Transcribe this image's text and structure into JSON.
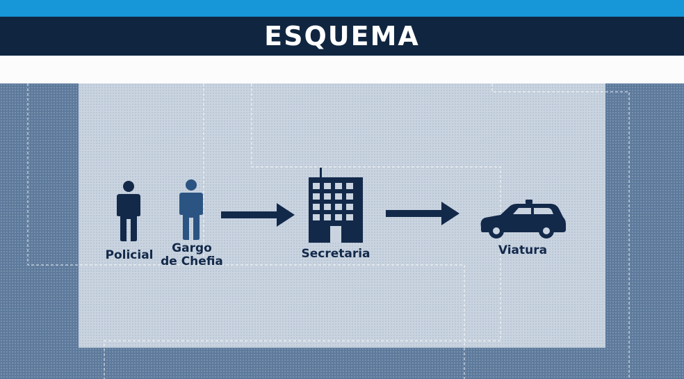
{
  "header": {
    "title": "ESQUEMA"
  },
  "diagram": {
    "nodes": [
      {
        "id": "policial",
        "label": "Policial",
        "icon": "person-icon"
      },
      {
        "id": "cargo",
        "label_line1": "Gargo",
        "label_line2": "de Chefia",
        "icon": "person-icon"
      },
      {
        "id": "secretaria",
        "label": "Secretaria",
        "icon": "building-icon"
      },
      {
        "id": "viatura",
        "label": "Viatura",
        "icon": "police-car-icon"
      }
    ],
    "arrows": [
      {
        "from": "cargo",
        "to": "secretaria"
      },
      {
        "from": "secretaria",
        "to": "viatura"
      }
    ],
    "colors": {
      "dark": "#13294a",
      "person_blue": "#2c5482",
      "panel": "#c9d4e0",
      "title_bar": "#102640",
      "accent": "#1796d8"
    }
  }
}
